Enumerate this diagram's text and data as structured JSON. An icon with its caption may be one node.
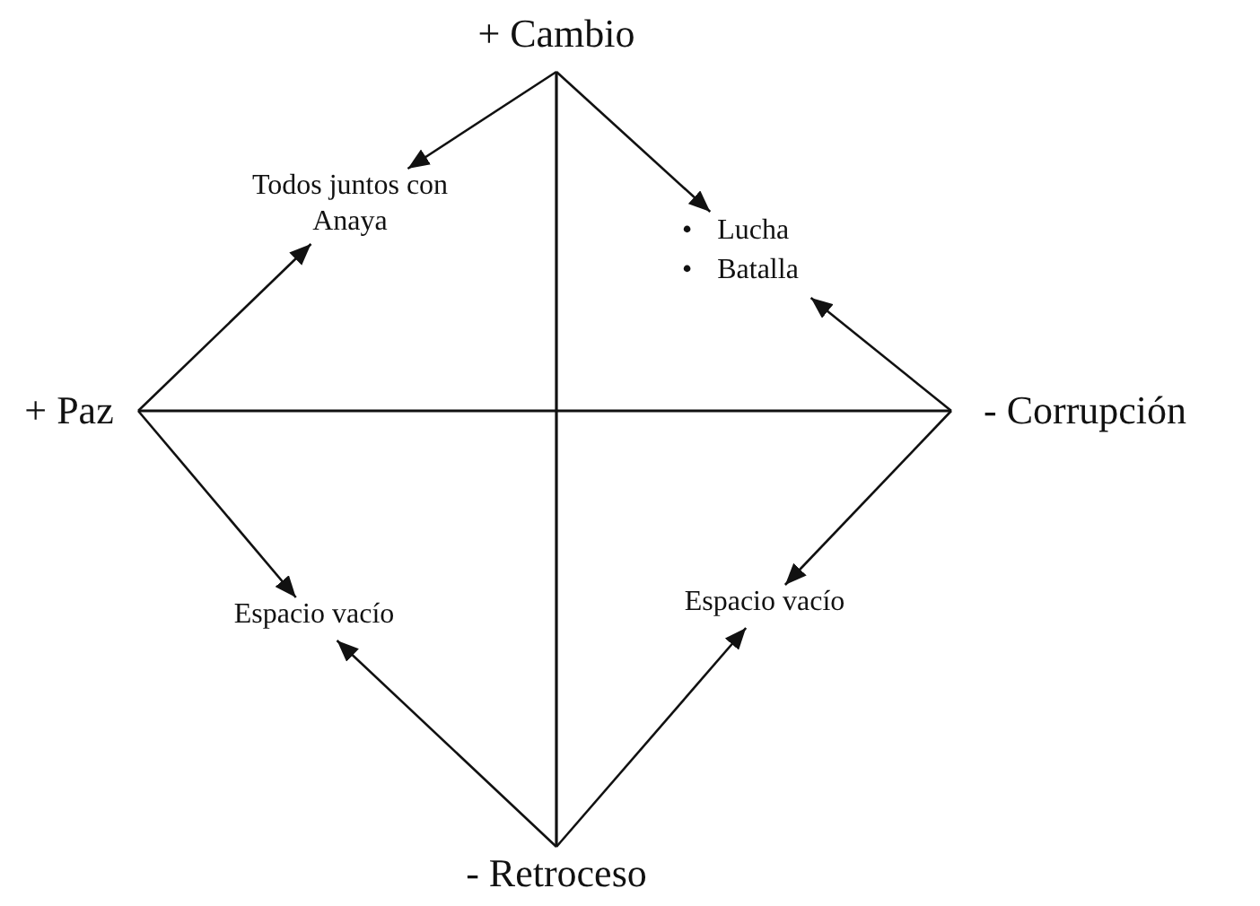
{
  "diagram": {
    "nodes": [
      {
        "text": [
          "+ Cambio"
        ]
      },
      {
        "text": [
          "Todos juntos con Anaya"
        ]
      },
      {
        "text": [
          "• Lucha",
          "• Batalla"
        ]
      },
      {
        "text": [
          "+ Paz"
        ]
      },
      {
        "text": [
          "- Corrupción"
        ]
      },
      {
        "text": [
          "Espacio vacío"
        ]
      },
      {
        "text": [
          "Espacio vacío"
        ]
      },
      {
        "text": [
          "- Retroceso"
        ]
      }
    ],
    "edges": [
      {
        "from": 0,
        "to": 7,
        "arrow": "none"
      },
      {
        "from": 3,
        "to": 4,
        "arrow": "none"
      },
      {
        "from": 0,
        "to": 1,
        "arrow": "to"
      },
      {
        "from": 0,
        "to": 2,
        "arrow": "to"
      },
      {
        "from": 3,
        "to": 1,
        "arrow": "to"
      },
      {
        "from": 3,
        "to": 5,
        "arrow": "to"
      },
      {
        "from": 4,
        "to": 2,
        "arrow": "to"
      },
      {
        "from": 4,
        "to": 6,
        "arrow": "to"
      },
      {
        "from": 7,
        "to": 5,
        "arrow": "to"
      },
      {
        "from": 7,
        "to": 6,
        "arrow": "to"
      }
    ]
  }
}
